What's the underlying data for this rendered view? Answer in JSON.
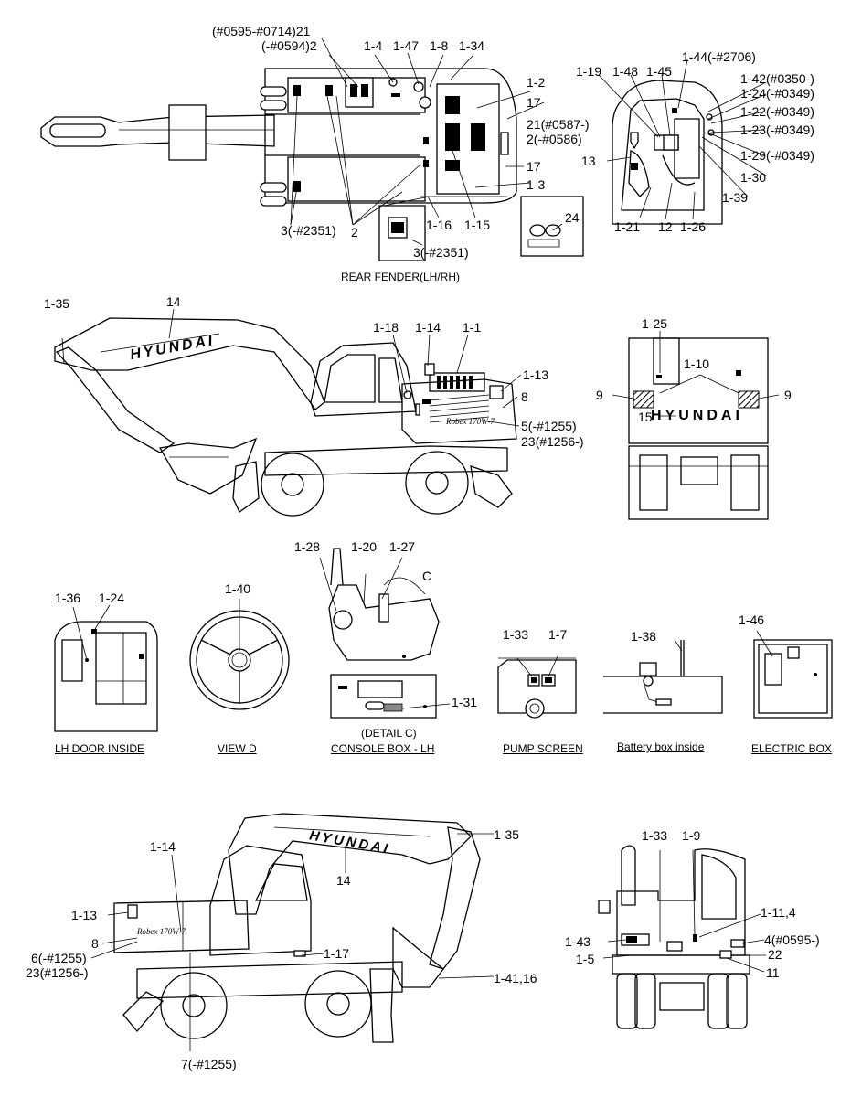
{
  "labels": {
    "top_left_1": "(#0595-#0714)21",
    "top_left_2": "(-#0594)2",
    "t1_4": "1-4",
    "t1_47": "1-47",
    "t1_8": "1-8",
    "t1_34": "1-34",
    "t1_2": "1-2",
    "t17a": "17",
    "t21b": "21(#0587-)",
    "t2b": "2(-#0586)",
    "t17b": "17",
    "t1_3": "1-3",
    "t3a": "3(-#2351)",
    "t2c": "2",
    "t1_16": "1-16",
    "t1_15": "1-15",
    "t24": "24",
    "t3b": "3(-#2351)",
    "c1_19": "1-19",
    "c1_48": "1-48",
    "c1_45": "1-45",
    "c1_44": "1-44(-#2706)",
    "c1_42": "1-42(#0350-)",
    "c1_24": "1-24(-#0349)",
    "c1_22": "1-22(-#0349)",
    "c1_23": "1-23(-#0349)",
    "c1_29": "1-29(-#0349)",
    "c13": "13",
    "c1_30": "1-30",
    "c1_39": "1-39",
    "c1_21": "1-21",
    "c12": "12",
    "c1_26": "1-26",
    "s1_35": "1-35",
    "s14": "14",
    "s1_18": "1-18",
    "s1_14": "1-14",
    "s1_1": "1-1",
    "s1_13": "1-13",
    "s8": "8",
    "s5": "5(-#1255)",
    "s23": "23(#1256-)",
    "r1_25": "1-25",
    "r1_10": "1-10",
    "r9a": "9",
    "r9b": "9",
    "r15": "15",
    "d1_36": "1-36",
    "d1_24": "1-24",
    "w1_40": "1-40",
    "k1_28": "1-28",
    "k1_20": "1-20",
    "k1_27": "1-27",
    "kC": "C",
    "k1_31": "1-31",
    "p1_33": "1-33",
    "p1_7": "1-7",
    "b1_38": "1-38",
    "e1_46": "1-46",
    "f1_14": "1-14",
    "f1_13": "1-13",
    "f8": "8",
    "f6": "6(-#1255)",
    "f23": "23(#1256-)",
    "f1_17": "1-17",
    "f1_41": "1-41,16",
    "f14": "14",
    "f1_35": "1-35",
    "f7": "7(-#1255)",
    "g1_33": "1-33",
    "g1_9": "1-9",
    "g1_11": "1-11,4",
    "g1_43": "1-43",
    "g4": "4(#0595-)",
    "g22": "22",
    "g1_5": "1-5",
    "g11": "11"
  },
  "sections": {
    "rear_fender": "REAR FENDER(LH/RH)",
    "detail_c": "(DETAIL C)",
    "lh_door": "LH DOOR INSIDE",
    "view_d": "VIEW D",
    "console": "CONSOLE BOX - LH",
    "pump": "PUMP SCREEN",
    "battery": "Battery box inside",
    "electric": "ELECTRIC BOX"
  },
  "brand": {
    "boom_text": "HYUNDAI",
    "rear_text": "HYUNDAI",
    "boom_text_front": "HYUNDAI",
    "model_script": "Robex 170W-7"
  }
}
